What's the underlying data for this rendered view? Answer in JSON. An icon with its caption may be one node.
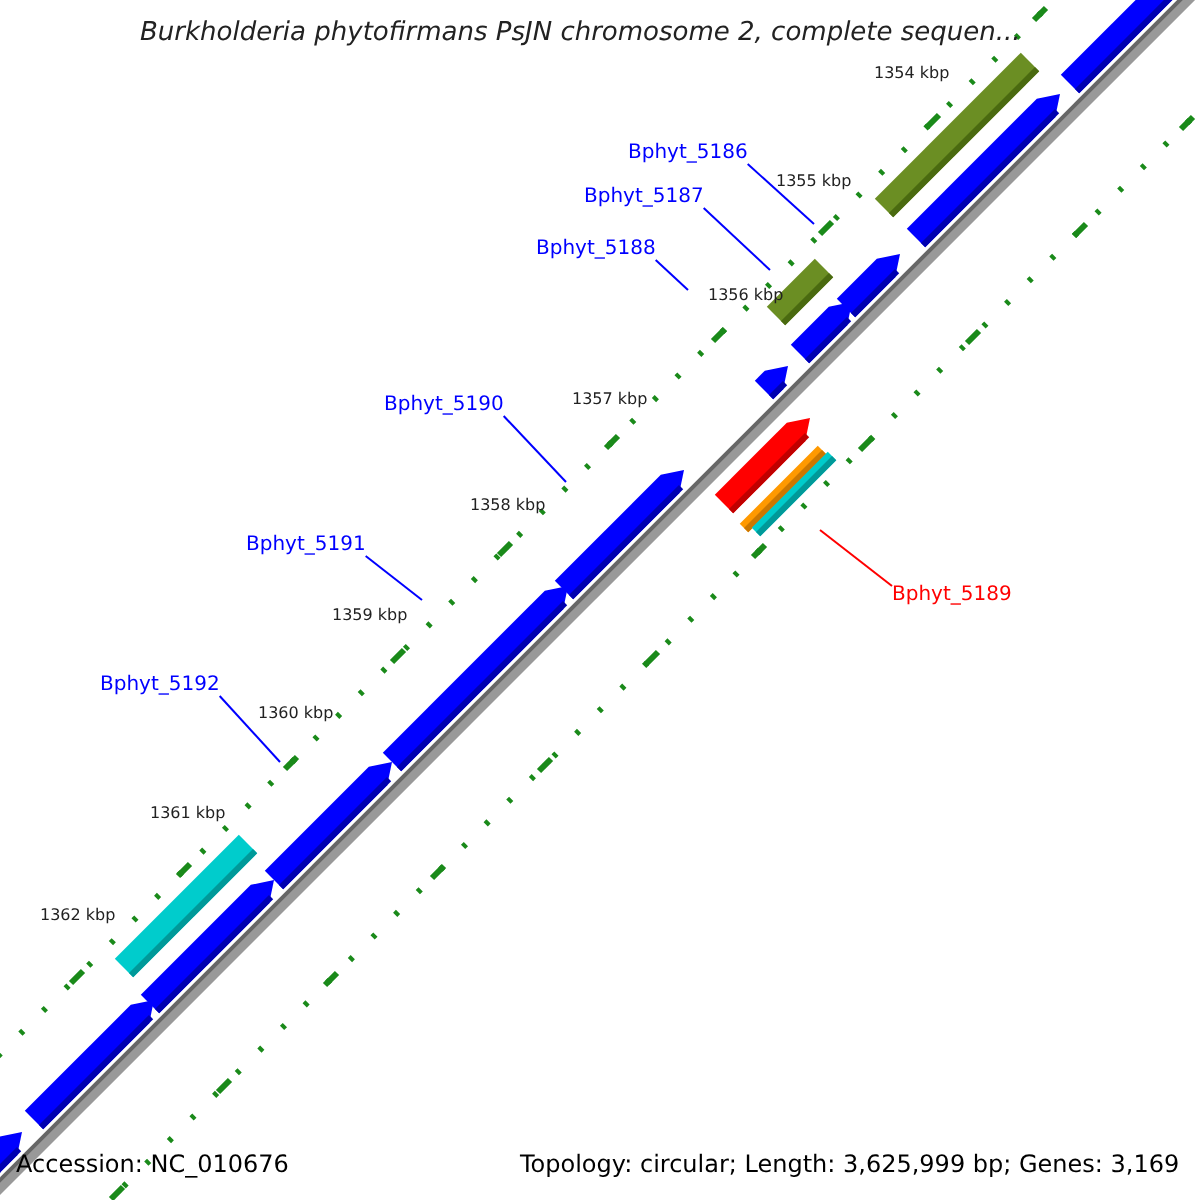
{
  "diagram": {
    "title": "Burkholderia phytofirmans PsJN chromosome 2, complete sequen...",
    "nodes": [
      {
        "text": [
          "Bphyt_5186"
        ]
      },
      {
        "text": [
          "Bphyt_5187"
        ]
      },
      {
        "text": [
          "Bphyt_5188"
        ]
      },
      {
        "text": [
          "Bphyt_5190"
        ]
      },
      {
        "text": [
          "Bphyt_5191"
        ]
      },
      {
        "text": [
          "Bphyt_5189"
        ]
      },
      {
        "text": [
          "Bphyt_5192"
        ]
      }
    ],
    "edges": [
      {
        "from": 0,
        "to": null,
        "arrow": "none"
      },
      {
        "from": 1,
        "to": null,
        "arrow": "none"
      },
      {
        "from": 2,
        "to": null,
        "arrow": "none"
      },
      {
        "from": 3,
        "to": null,
        "arrow": "none"
      },
      {
        "from": 4,
        "to": null,
        "arrow": "none"
      },
      {
        "from": 5,
        "to": null,
        "arrow": "none",
        "color": "#ff0000"
      },
      {
        "from": 6,
        "to": null,
        "arrow": "none"
      }
    ],
    "labels": [
      "1354 kbp",
      "1355 kbp",
      "1356 kbp",
      "1357 kbp",
      "1358 kbp",
      "1359 kbp",
      "1360 kbp",
      "1361 kbp",
      "1362 kbp",
      "Accession: NC_010676",
      "Topology: circular; Length: 3,625,999 bp; Genes: 3,169"
    ]
  }
}
